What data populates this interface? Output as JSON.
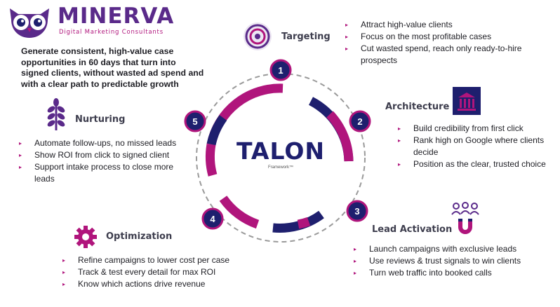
{
  "logo": {
    "name": "MINERVA",
    "tagline": "Digital Marketing Consultants"
  },
  "intro": "Generate consistent, high-value case opportunities in 60 days that turn into signed clients, without wasted ad spend and with a clear path to predictable growth",
  "center": {
    "title": "TALON",
    "subtitle": "Framework™"
  },
  "colors": {
    "navy": "#1e1f6e",
    "magenta": "#b0157c",
    "purple": "#5a2a8a",
    "gray_track": "#9a9a9a"
  },
  "stages": [
    {
      "number": "1",
      "title": "Targeting",
      "icon": "target-icon",
      "bullets": [
        "Attract high-value clients",
        "Focus on the most profitable cases",
        "Cut wasted spend, reach only ready-to-hire prospects"
      ]
    },
    {
      "number": "2",
      "title": "Architecture",
      "icon": "building-icon",
      "bullets": [
        "Build credibility from first click",
        "Rank high on Google where clients decide",
        "Position as the clear, trusted choice"
      ]
    },
    {
      "number": "3",
      "title": "Lead Activation",
      "icon": "magnet-people-icon",
      "bullets": [
        "Launch campaigns with exclusive leads",
        "Use reviews & trust signals to win clients",
        "Turn web traffic into booked calls"
      ]
    },
    {
      "number": "4",
      "title": "Optimization",
      "icon": "gear-icon",
      "bullets": [
        "Refine campaigns to lower cost per case",
        "Track & test every detail for max ROI",
        "Know which actions drive revenue"
      ]
    },
    {
      "number": "5",
      "title": "Nurturing",
      "icon": "plant-icon",
      "bullets": [
        "Automate follow-ups, no missed leads",
        "Show ROI from click to signed client",
        "Support intake process to close more leads"
      ]
    }
  ]
}
